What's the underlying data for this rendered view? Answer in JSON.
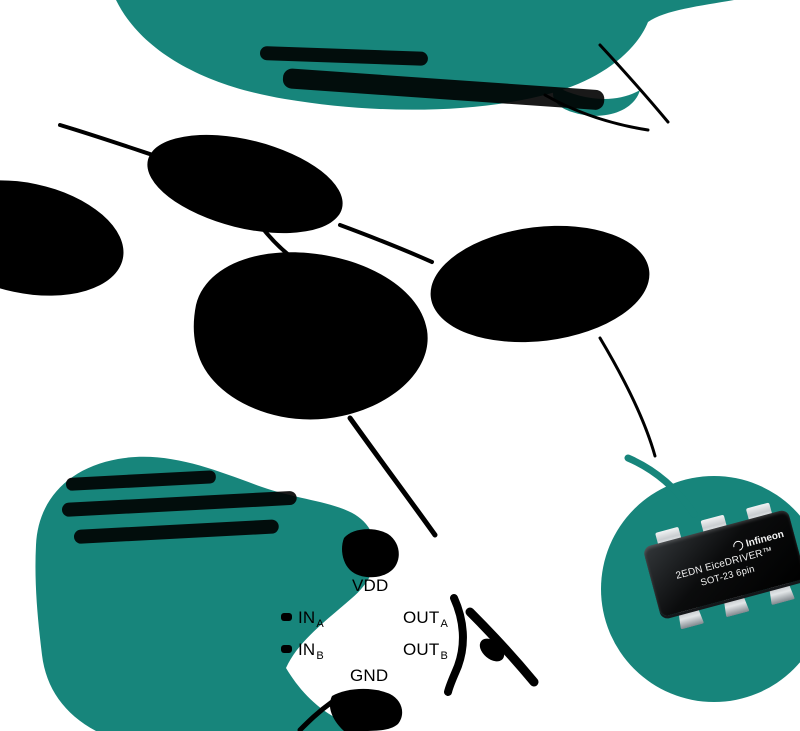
{
  "colors": {
    "teal": "#17857B",
    "ink": "#000000",
    "pin_silver": "#C9CDD0"
  },
  "pinout": {
    "vdd": "VDD",
    "gnd": "GND",
    "in_a": {
      "base": "IN",
      "sub": "A"
    },
    "in_b": {
      "base": "IN",
      "sub": "B"
    },
    "out_a": {
      "base": "OUT",
      "sub": "A"
    },
    "out_b": {
      "base": "OUT",
      "sub": "B"
    }
  },
  "chip": {
    "brand": "Infineon",
    "product": "2EDN EiceDRIVER™",
    "package": "SOT-23 6pin"
  }
}
